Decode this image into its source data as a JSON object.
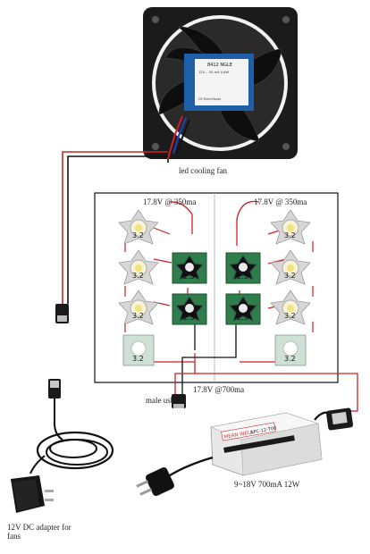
{
  "labels": {
    "fan": "led cooling fan",
    "current_left": "17.8V @ 350ma",
    "current_right": "17.8V @ 350ma",
    "male_usb": "male usb",
    "current_total": "17.8V @700ma",
    "driver": "9~18V 700mA 12W",
    "adapter": "12V DC adapter for fans"
  },
  "fan_label": {
    "model": "8412 NGLE",
    "spec": "12V  -- 50 mA  0.6W",
    "extra": "CE  Ebm-Papst"
  },
  "driver_brand": "MEAN WELL",
  "driver_model": "APC-12-700",
  "led_values": {
    "white": "3.2",
    "green": "2.5"
  },
  "colors": {
    "wire_red": "#cc2222",
    "wire_black": "#111111",
    "led_green": "#2e7d4a",
    "box_border": "#111111"
  },
  "icons": [
    "fan-icon",
    "usb-plug-icon",
    "ac-plug-icon",
    "dc-adapter-icon",
    "led-driver-icon"
  ]
}
